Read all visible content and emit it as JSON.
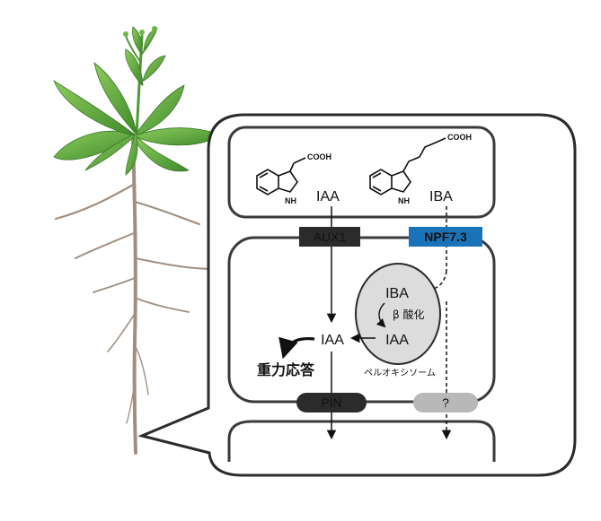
{
  "molecules": {
    "iaa_group": "COOH",
    "iaa_nh": "NH",
    "iaa_name": "IAA",
    "iba_group": "COOH",
    "iba_nh": "NH",
    "iba_name": "IBA"
  },
  "transporters": {
    "aux1": "AUX1",
    "npf73": "NPF7.3",
    "pin": "PIN",
    "unknown": "?"
  },
  "peroxisome": {
    "iba": "IBA",
    "beta_oxidation": "β 酸化",
    "iaa": "IAA",
    "name": "ペルオキシソーム"
  },
  "cell": {
    "iaa": "IAA",
    "gravitropism": "重力応答"
  },
  "colors": {
    "outline": "#3a3a3a",
    "aux1_fill": "#2b2b2b",
    "npf_fill": "#1a73b8",
    "pin_fill": "#2b2b2b",
    "unknown_fill": "#b8b8b8",
    "peroxisome_fill": "#dcdcdc",
    "root": "#a08f80",
    "leaf": "#5aa53a"
  }
}
